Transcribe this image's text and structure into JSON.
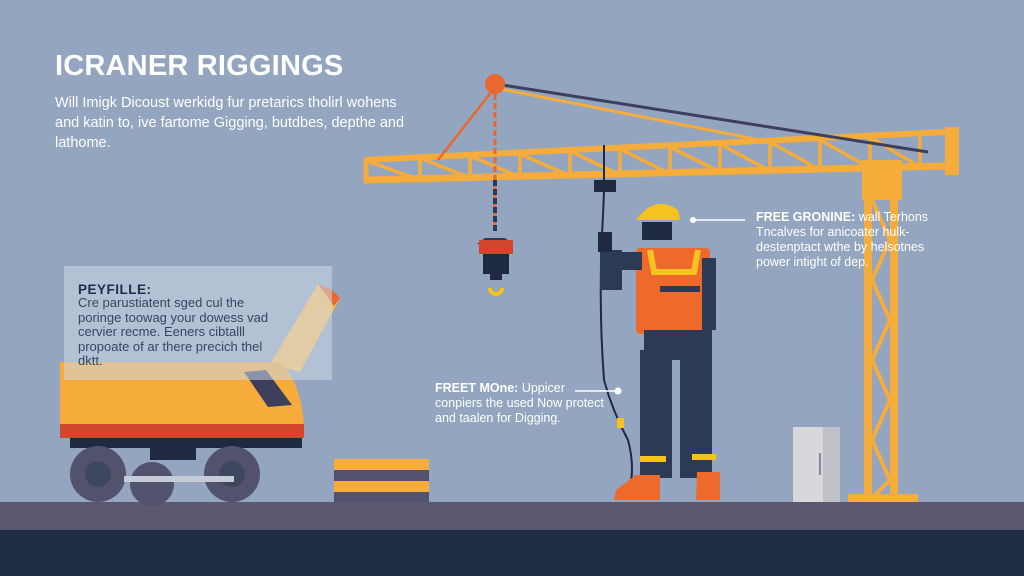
{
  "header": {
    "title": "ICRANER RIGGINGS",
    "intro": "Will Imigk Dicoust werkidg fur pretarics tholirl wohens and katin to, ive fartome Gigging, butdbes, depthe and lathome."
  },
  "info_panel": {
    "title": "PEYFILLE:",
    "body": "Cre parustiatent sged cul the poringe toowag your dowess vad cervier recme. Eeners cibtalll propoate of ar there precich thel dktt."
  },
  "callouts": [
    {
      "label": "FREE GRONINE:",
      "text": "wall Terhons Tncalves for anicoater hulk-destenptact wthe by helsotnes power intight of dep."
    },
    {
      "label": "FREET MOne:",
      "text": "Uppicer conpiers the used Now protect and taalen for Digging."
    }
  ],
  "colors": {
    "sky": "#93a5bf",
    "crane_yellow": "#f6ac3a",
    "accent_orange": "#e8682f",
    "navy": "#2c3b55",
    "ground": "#5a5770",
    "base": "#1f2d45",
    "vest_orange": "#ee6a2c",
    "helmet_yellow": "#f5c21f"
  },
  "icons": [
    "crane-icon",
    "hook-icon",
    "worker-icon",
    "vehicle-icon",
    "cabinet-icon",
    "crate-icon"
  ]
}
